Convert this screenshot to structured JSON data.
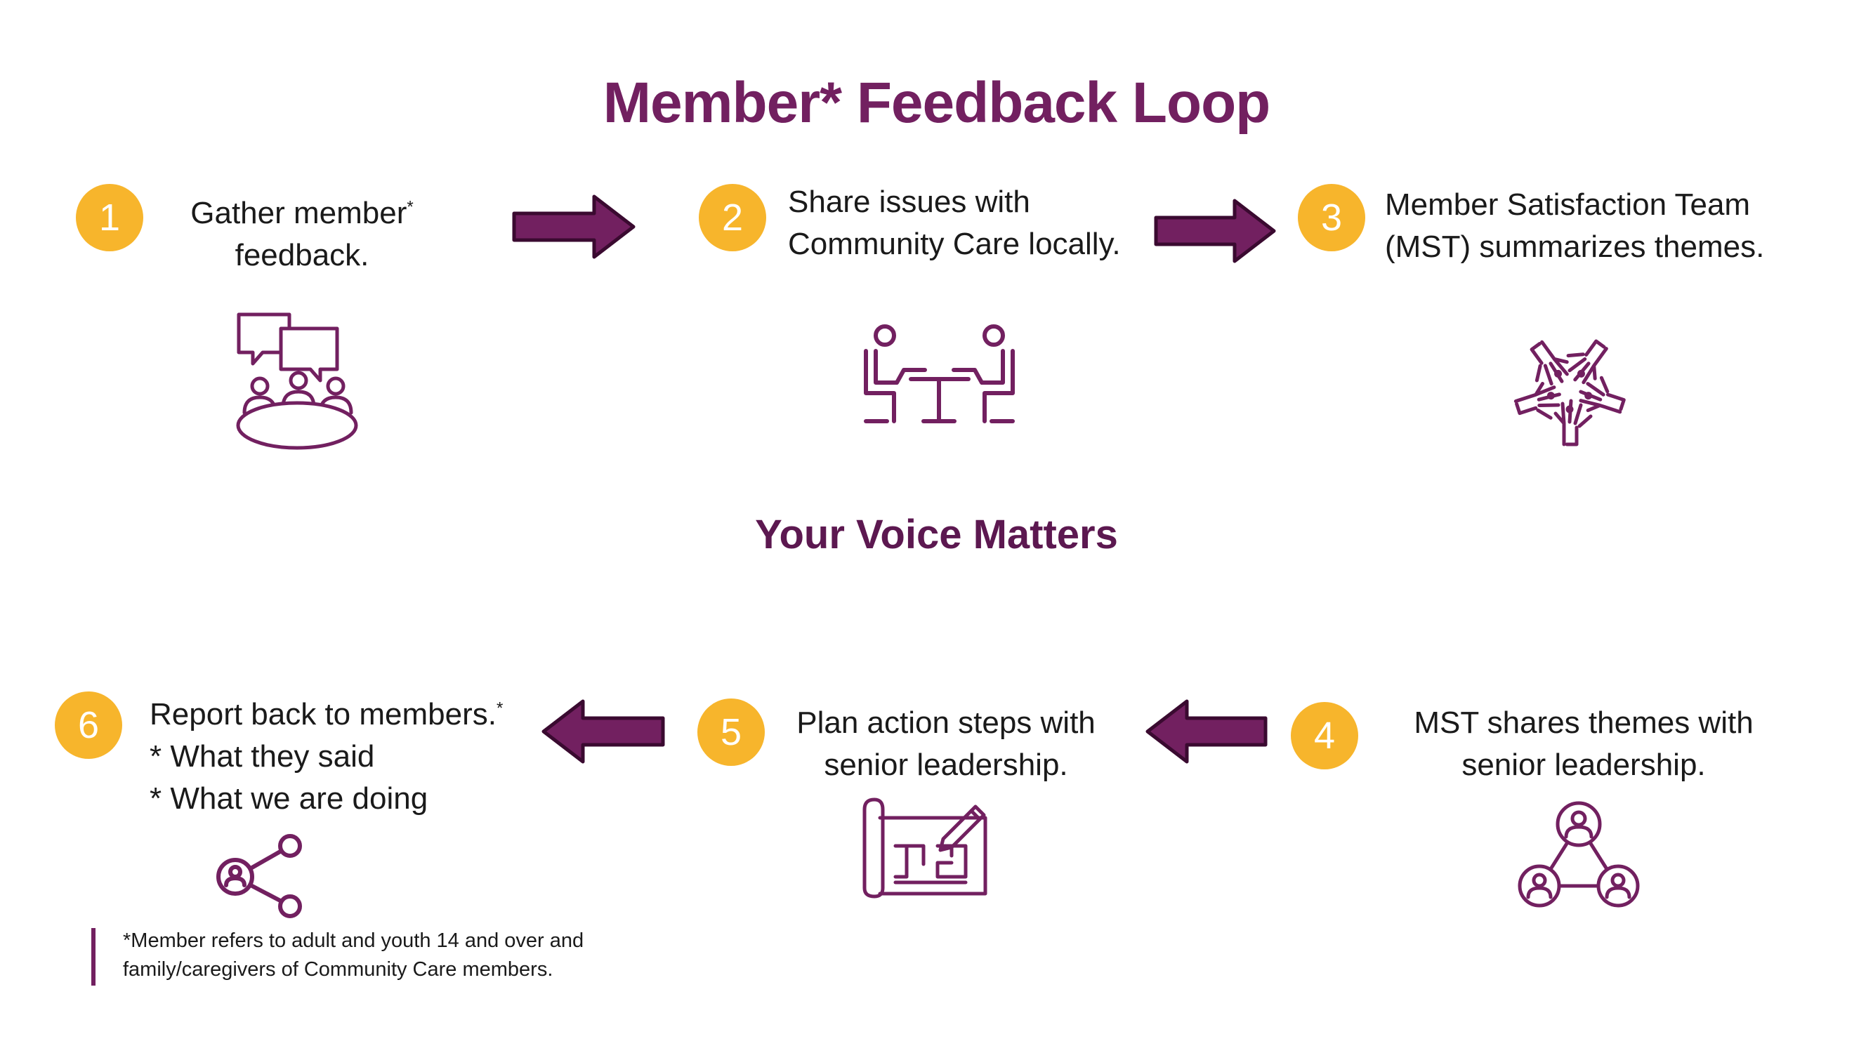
{
  "title": "Member* Feedback Loop",
  "center_label": "Your Voice Matters",
  "colors": {
    "primary": "#722060",
    "badge": "#f7b52c"
  },
  "steps": [
    {
      "number": "1",
      "lines": [
        "Gather member",
        "feedback."
      ],
      "sup": "*",
      "icon": "group-discussion-icon"
    },
    {
      "number": "2",
      "lines": [
        "Share issues with",
        "Community Care locally."
      ],
      "icon": "meeting-table-icon"
    },
    {
      "number": "3",
      "lines": [
        "Member Satisfaction Team",
        "(MST) summarizes themes."
      ],
      "icon": "hands-together-icon"
    },
    {
      "number": "4",
      "lines": [
        "MST shares themes with",
        "senior leadership."
      ],
      "icon": "network-people-icon"
    },
    {
      "number": "5",
      "lines": [
        "Plan action steps with",
        "senior leadership."
      ],
      "icon": "blueprint-pencil-icon"
    },
    {
      "number": "6",
      "lines": [
        "Report back to members.",
        "* What they said",
        "* What we are doing"
      ],
      "sup": "*",
      "icon": "share-icon"
    }
  ],
  "footnote": {
    "line1": "*Member refers to adult and youth 14 and over and",
    "line2": "family/caregivers of Community Care members."
  }
}
